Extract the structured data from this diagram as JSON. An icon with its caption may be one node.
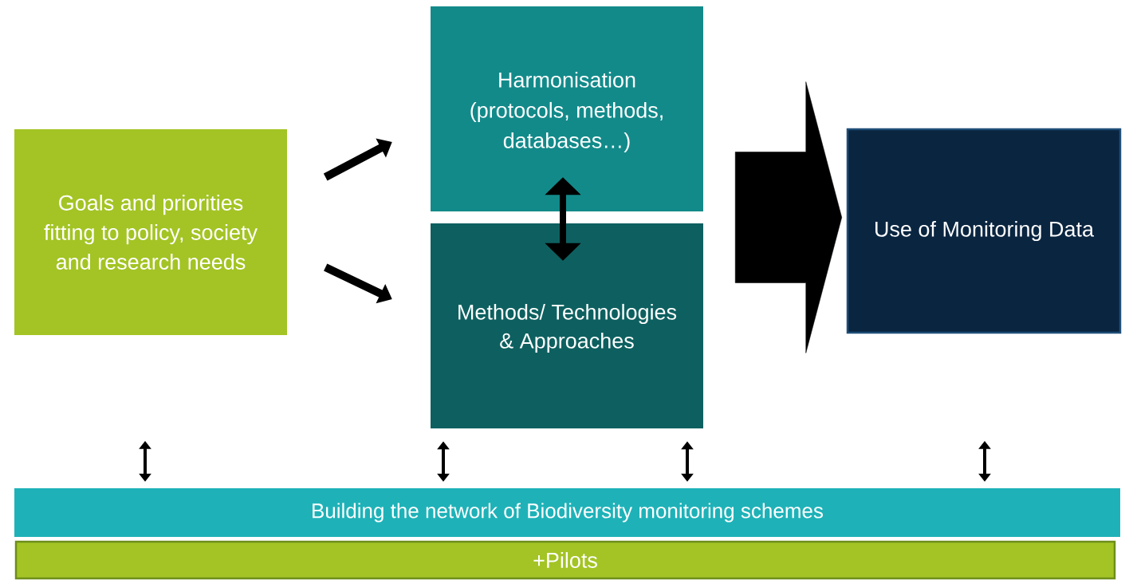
{
  "diagram": {
    "nodes": [
      {
        "text": [
          "Goals and priorities fitting to policy, society and research needs"
        ]
      },
      {
        "text": [
          "Harmonisation (protocols, methods, databases…)"
        ]
      },
      {
        "text": [
          "Methods/ Technologies & Approaches"
        ]
      },
      {
        "text": [
          "Use of Monitoring Data"
        ]
      },
      {
        "text": [
          "Building the network of Biodiversity monitoring schemes"
        ]
      },
      {
        "text": [
          "+Pilots"
        ]
      }
    ],
    "edges": [
      {
        "from": 0,
        "to": 1,
        "arrow": "to",
        "style": "thick"
      },
      {
        "from": 0,
        "to": 2,
        "arrow": "to",
        "style": "thick"
      },
      {
        "from": 1,
        "to": 2,
        "arrow": "both",
        "style": "thick"
      },
      {
        "from": 1,
        "to": 3,
        "arrow": "to",
        "style": "thick"
      },
      {
        "from": 2,
        "to": 3,
        "arrow": "to",
        "style": "thick"
      },
      {
        "from": null,
        "to": 4,
        "arrow": "both"
      },
      {
        "from": 2,
        "to": 4,
        "arrow": "both"
      },
      {
        "from": 2,
        "to": 4,
        "arrow": "both"
      },
      {
        "from": null,
        "to": 4,
        "arrow": "both"
      }
    ]
  }
}
